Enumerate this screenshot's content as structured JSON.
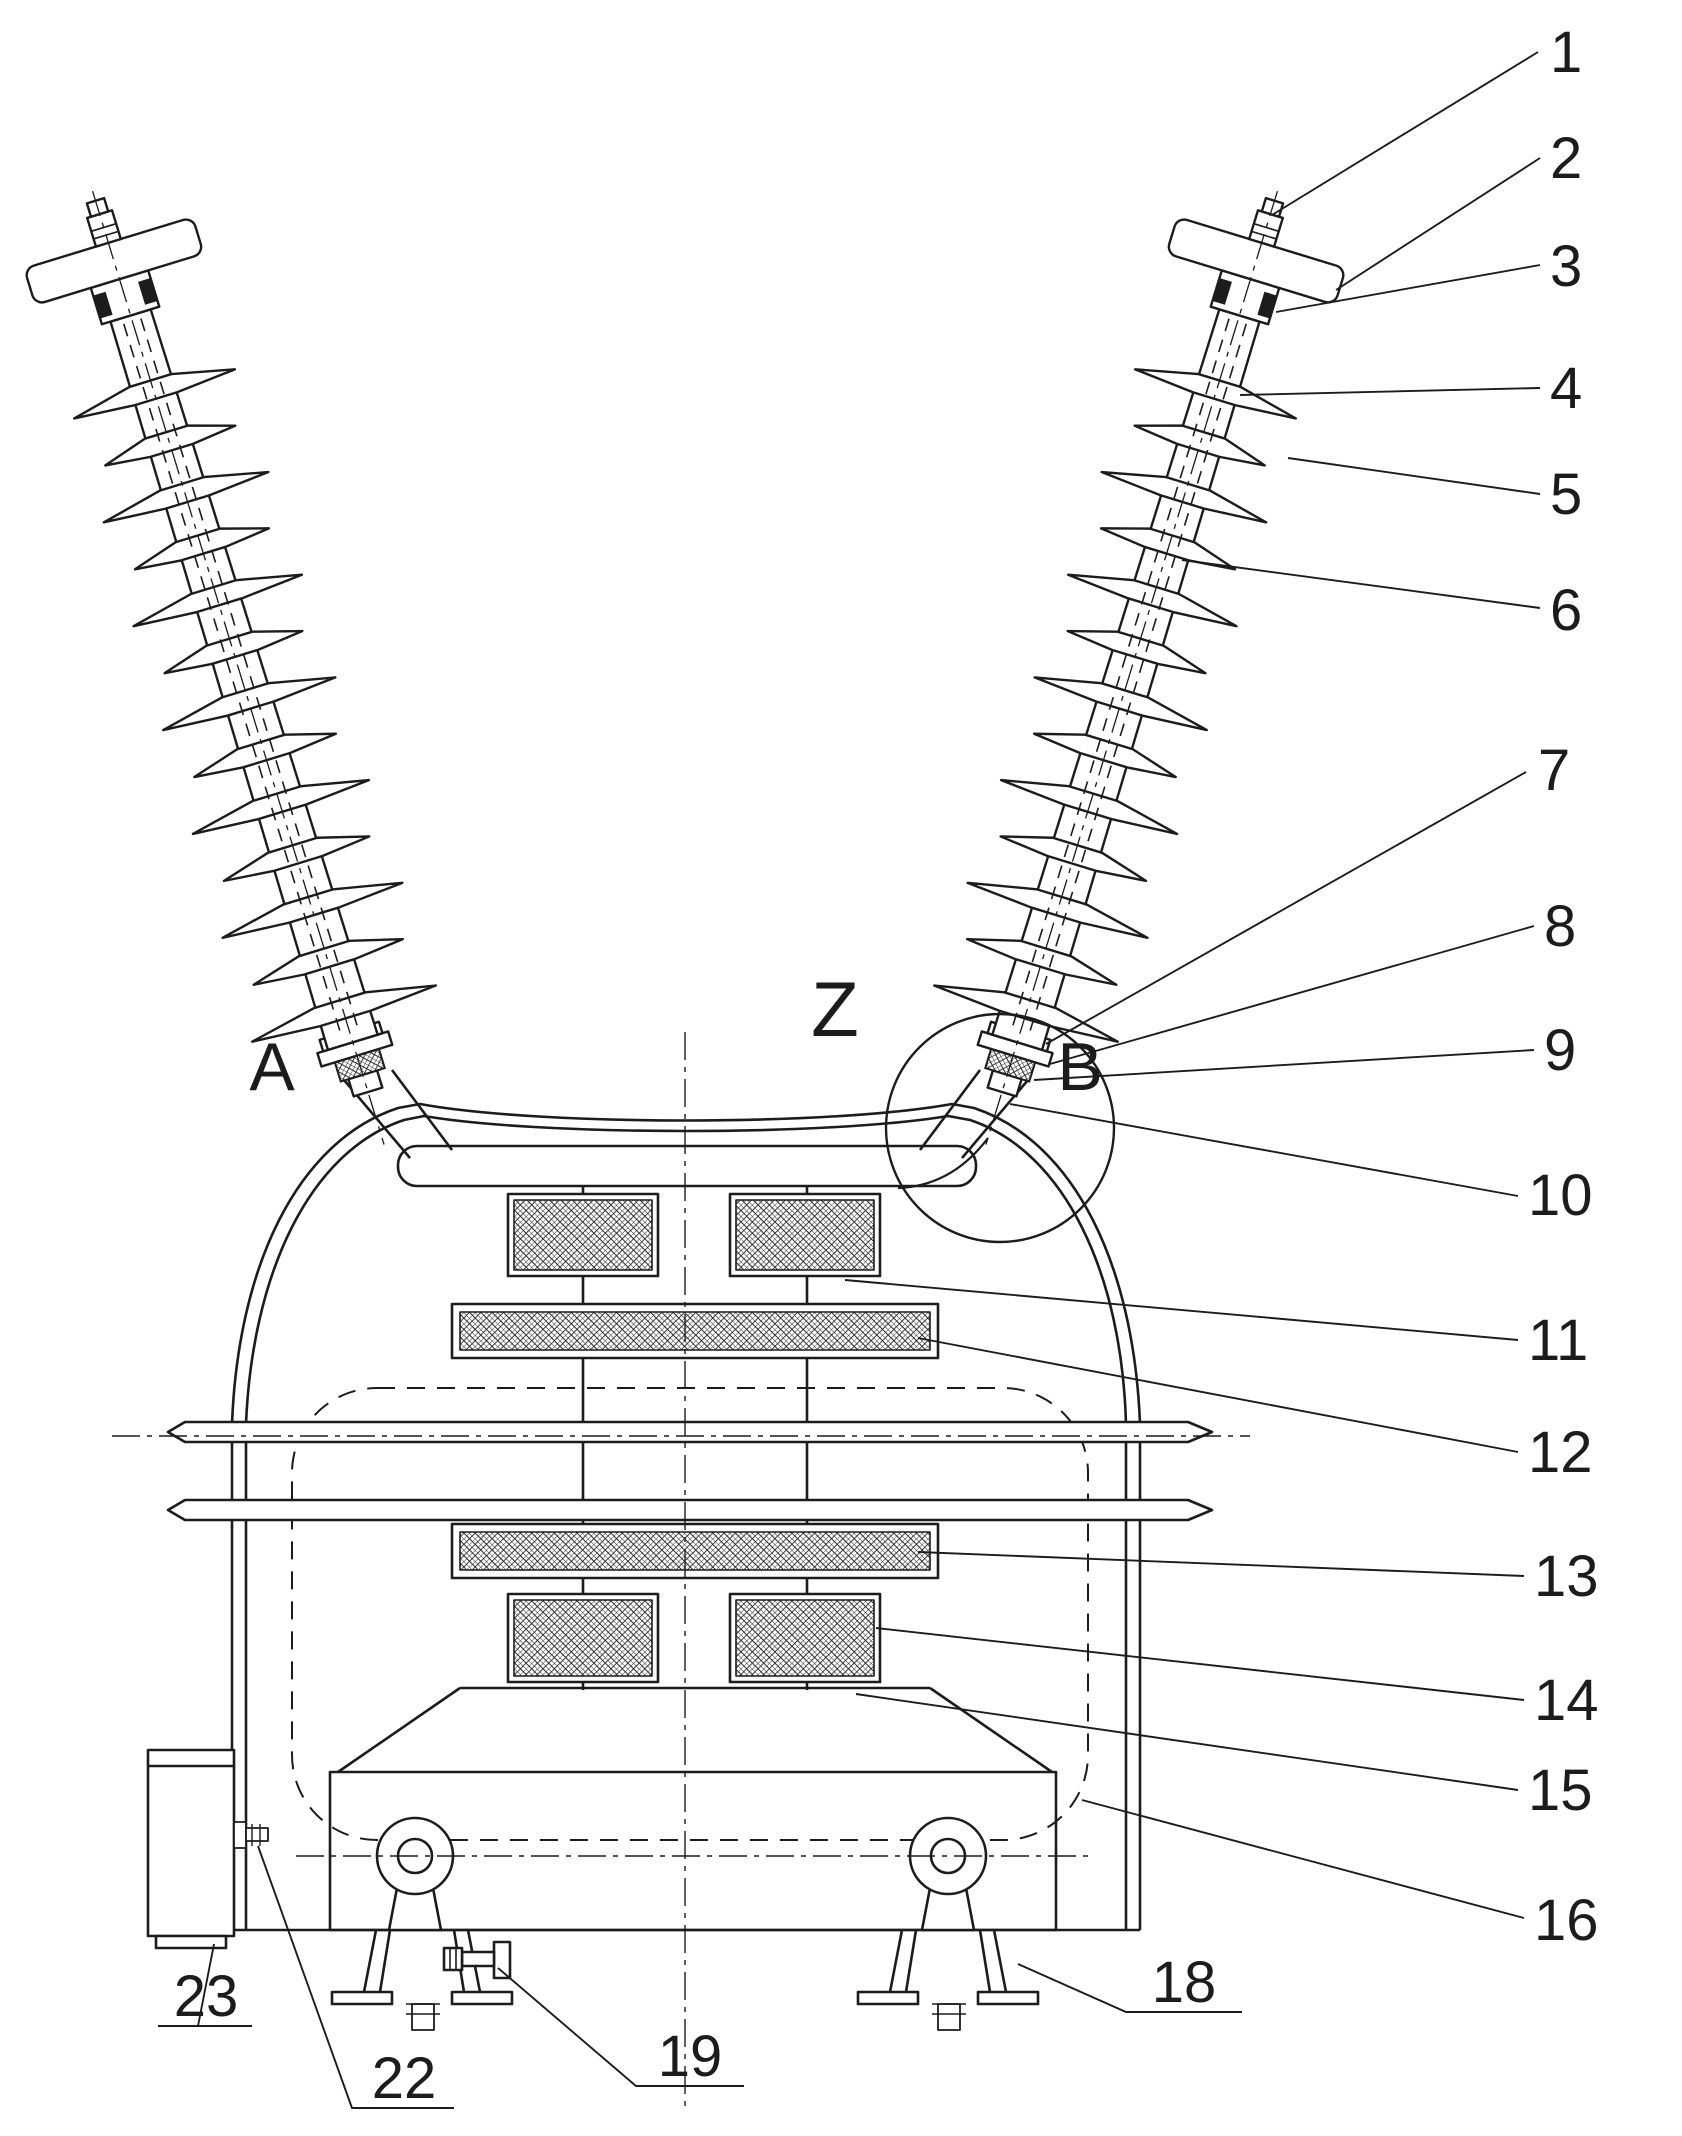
{
  "figure": {
    "description": "Sectional technical drawing of a two-bushing combined instrument transformer with V-arranged ribbed insulators, internal windings, cooling fins, lifting lugs and mounting feet",
    "background": "#ffffff",
    "ink": "#1c1c1c"
  },
  "view_labels": [
    {
      "text": "Z"
    },
    {
      "text": "A"
    },
    {
      "text": "B"
    }
  ],
  "callouts": [
    {
      "text": "1"
    },
    {
      "text": "2"
    },
    {
      "text": "3"
    },
    {
      "text": "4"
    },
    {
      "text": "5"
    },
    {
      "text": "6"
    },
    {
      "text": "7"
    },
    {
      "text": "8"
    },
    {
      "text": "9"
    },
    {
      "text": "10"
    },
    {
      "text": "11"
    },
    {
      "text": "12"
    },
    {
      "text": "13"
    },
    {
      "text": "14"
    },
    {
      "text": "15"
    },
    {
      "text": "16"
    },
    {
      "text": "18"
    },
    {
      "text": "19"
    },
    {
      "text": "22"
    },
    {
      "text": "23"
    }
  ]
}
